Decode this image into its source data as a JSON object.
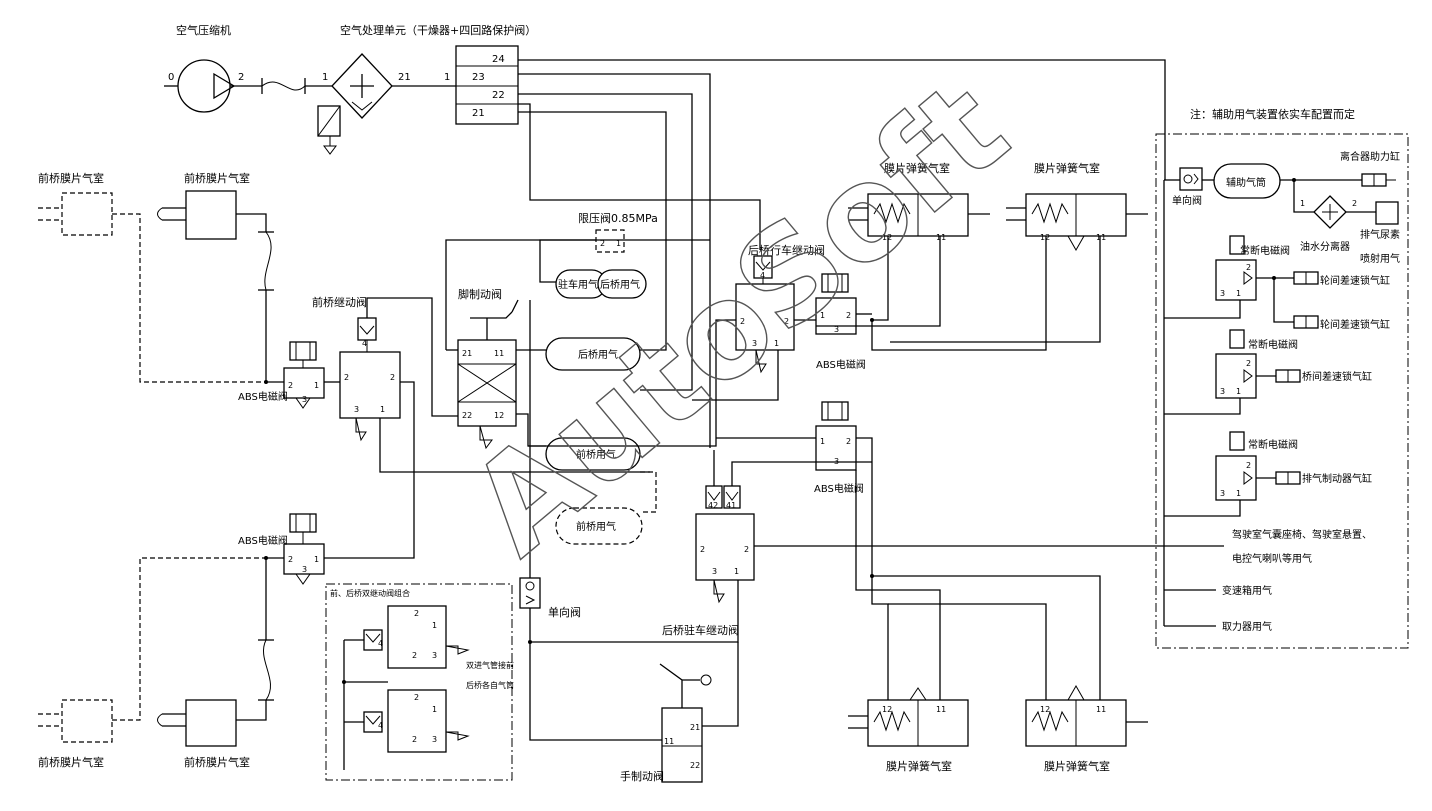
{
  "labels": {
    "compressor": "空气压缩机",
    "air_unit": "空气处理单元（干燥器+四回路保护阀）",
    "note": "注：辅助用气装置依实车配置而定",
    "front_chamber_tl": "前桥膜片气室",
    "front_chamber_tr": "前桥膜片气室",
    "front_chamber_bl": "前桥膜片气室",
    "front_chamber_br": "前桥膜片气室",
    "front_relay": "前桥继动阀",
    "foot_valve": "脚制动阀",
    "pressure_limit": "限压阀0.85MPa",
    "park_tank": "驻车用气",
    "rear_tank_small": "后桥用气",
    "rear_tank": "后桥用气",
    "front_tank": "前桥用气",
    "front_tank2": "前桥用气",
    "rear_service_relay": "后桥行车继动阀",
    "rear_park_relay": "后桥驻车继动阀",
    "spring_chamber_tl": "膜片弹簧气室",
    "spring_chamber_tr": "膜片弹簧气室",
    "spring_chamber_bl": "膜片弹簧气室",
    "spring_chamber_br": "膜片弹簧气室",
    "abs_left_top": "ABS电磁阀",
    "abs_left_bottom": "ABS电磁阀",
    "abs_mid_top": "ABS电磁阀",
    "abs_mid_bottom": "ABS电磁阀",
    "check_valve_mid": "单向阀",
    "check_valve_right": "单向阀",
    "hand_valve": "手制动阀",
    "aux_tank": "辅助气筒",
    "clutch": "离合器助力缸",
    "water_sep": "油水分离器",
    "exhaust_urea": "排气尿素",
    "urea_line2": "喷射用气",
    "nc_valve_1": "常断电磁阀",
    "nc_valve_2": "常断电磁阀",
    "nc_valve_3": "常断电磁阀",
    "wheel_diff_1": "轮间差速锁气缸",
    "wheel_diff_2": "轮间差速锁气缸",
    "axle_diff": "桥间差速锁气缸",
    "exhaust_brake": "排气制动器气缸",
    "cab_line1": "驾驶室气囊座椅、驾驶室悬置、",
    "cab_line2": "电控气喇叭等用气",
    "gearbox": "变速箱用气",
    "pto": "取力器用气",
    "dual_relay_title": "前、后桥双继动阀组合",
    "dual_relay_note1": "双进气管接前",
    "dual_relay_note2": "后桥各自气筒",
    "watermark": "AutoSoft"
  },
  "ports": {
    "p0": "0",
    "p1": "1",
    "p2": "2",
    "p3": "3",
    "p4": "4",
    "p11": "11",
    "p12": "12",
    "p21": "21",
    "p22": "22",
    "p23": "23",
    "p24": "24",
    "p41": "41",
    "p42": "42"
  }
}
